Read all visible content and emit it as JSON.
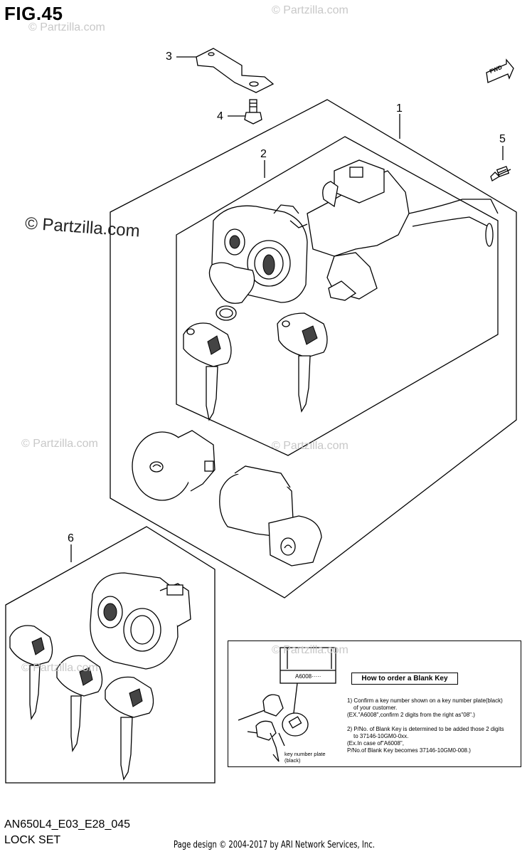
{
  "figure": {
    "title": "FIG.45"
  },
  "watermarks": {
    "brand_large": "© Partzilla.com",
    "brand_small": "© Partzilla.com"
  },
  "callouts": [
    "1",
    "2",
    "3",
    "4",
    "5",
    "6"
  ],
  "fwd_label": "FWD",
  "blank_key_box": {
    "title": "How to order a Blank Key",
    "plate_code": "A6008·····",
    "plate_label_line1": "key number plate",
    "plate_label_line2": "(black)",
    "step1_line1": "1) Confirm a key number shown on a key number plate(black)",
    "step1_line2": "of your customer.",
    "step1_line3": "(EX.\"A6008\",confirm 2 digits from the right as\"08\".)",
    "step2_line1": "2) P/No. of Blank Key is determined to be added those 2 digits",
    "step2_line2": "to 37146-10GM0-0xx.",
    "step2_line3": "(Ex.In case of\"A6008\",",
    "step2_line4": "P/No.of Blank Key becomes 37146-10GM0-008.)"
  },
  "footer": {
    "code": "AN650L4_E03_E28_045",
    "name": "LOCK SET",
    "credit": "Page design © 2004-2017 by ARI Network Services, Inc."
  },
  "colors": {
    "line": "#000000",
    "watermark": "#c8c8c8",
    "background": "#ffffff"
  }
}
